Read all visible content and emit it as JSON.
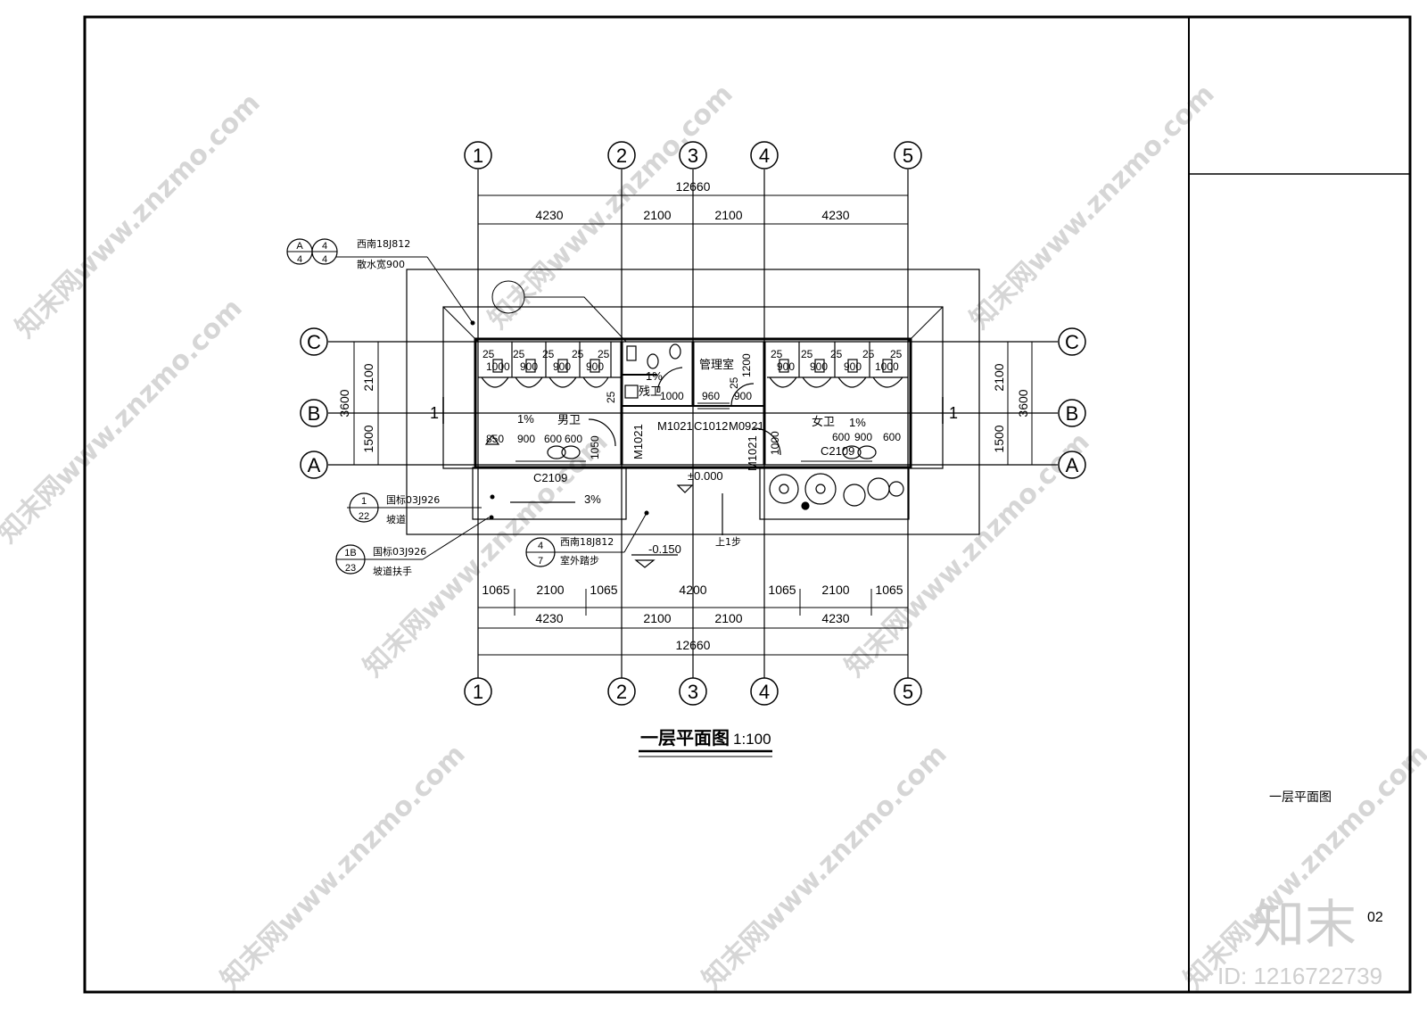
{
  "title_block": {
    "sheet_name": "一层平面图",
    "sheet_number": "02"
  },
  "drawing": {
    "title": "一层平面图",
    "scale": "1:100",
    "axes_top": [
      "1",
      "2",
      "3",
      "4",
      "5"
    ],
    "axes_side": [
      "C",
      "B",
      "A"
    ],
    "dims_top_total": "12660",
    "dims_top_bays": [
      "4230",
      "2100",
      "2100",
      "4230"
    ],
    "dims_bottom_openings": [
      "1065",
      "2100",
      "1065",
      "4200",
      "1065",
      "2100",
      "1065"
    ],
    "dims_bottom_bays": [
      "4230",
      "2100",
      "2100",
      "4230"
    ],
    "dims_bottom_total": "12660",
    "dims_left": [
      "2100",
      "1500",
      "3600"
    ],
    "dims_right": [
      "2100",
      "1500",
      "3600"
    ],
    "section_mark": "1",
    "rooms": {
      "men": "男卫",
      "women": "女卫",
      "manager": "管理室",
      "accessible": "残卫"
    },
    "doors": [
      "M1021",
      "C1012",
      "M0921",
      "M1021",
      "M1021"
    ],
    "windows": [
      "C2109",
      "C2109"
    ],
    "elevations": {
      "floor": "±0.000",
      "outdoor": "-0.150"
    },
    "slopes": [
      "1%",
      "1%",
      "1%",
      "3%"
    ],
    "step_label": "上1步",
    "stall_dims_men": [
      "25",
      "25",
      "25",
      "25",
      "25",
      "1000",
      "900",
      "900",
      "900",
      "850",
      "900",
      "600",
      "600",
      "1050"
    ],
    "stall_dims_women": [
      "25",
      "25",
      "25",
      "25",
      "25",
      "900",
      "900",
      "900",
      "1000",
      "600",
      "900",
      "600",
      "1000"
    ],
    "misc_dims": [
      "1000",
      "1200",
      "960",
      "900",
      "25",
      "25"
    ],
    "callouts": [
      {
        "top": "A",
        "bottom": "4",
        "top2": "4",
        "bottom2": "4",
        "line1": "西南18J812",
        "line2": "散水宽900"
      },
      {
        "top": "1",
        "bottom": "22",
        "line1": "国标03J926",
        "line2": "坡道"
      },
      {
        "top": "1B",
        "bottom": "23",
        "line1": "国标03J926",
        "line2": "坡道扶手"
      },
      {
        "top": "4",
        "bottom": "7",
        "line1": "西南18J812",
        "line2": "室外踏步"
      }
    ]
  },
  "brand": {
    "logo_text": "知末",
    "id_text": "ID: 1216722739",
    "watermark_text": "知末网www.znzmo.com"
  }
}
